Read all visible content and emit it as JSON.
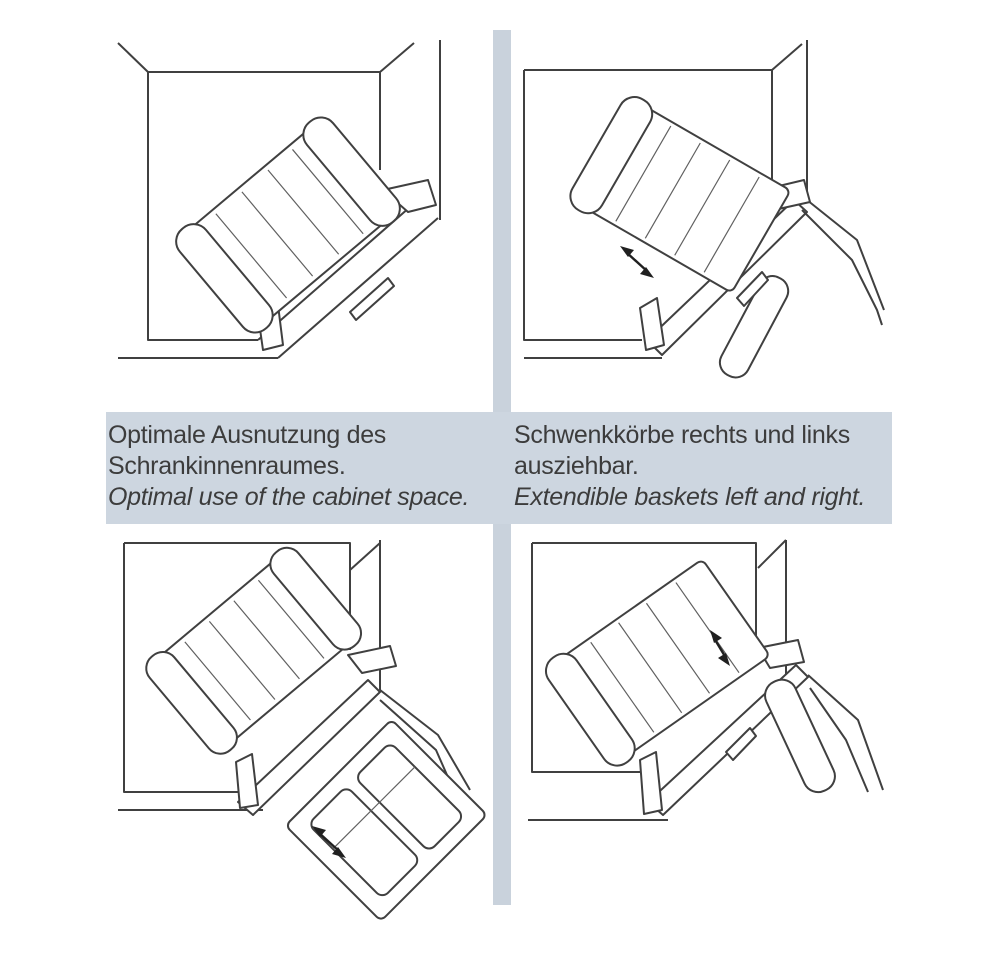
{
  "captions": {
    "left": {
      "de_line1": "Optimale Ausnutzung des",
      "de_line2": "Schrankinnenraumes.",
      "en": "Optimal use of the cabinet space."
    },
    "right": {
      "de_line1": "Schwenkkörbe rechts und links",
      "de_line2": "ausziehbar.",
      "en": "Extendible baskets left and right."
    }
  },
  "colors": {
    "band": "#cdd6e0",
    "divider": "#c9d2dc",
    "line": "#404040",
    "text": "#3c3c3c"
  }
}
